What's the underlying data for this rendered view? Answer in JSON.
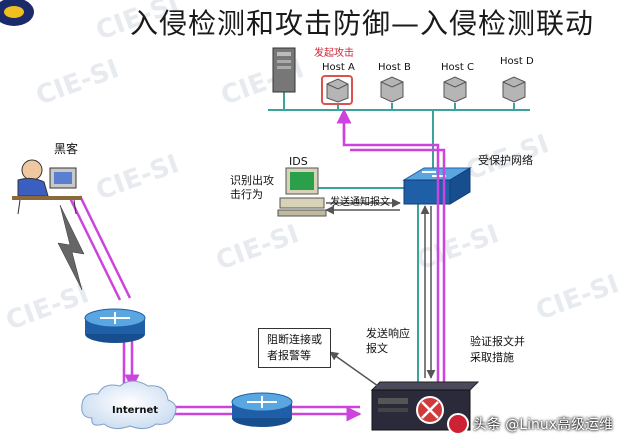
{
  "title": "入侵检测和攻击防御—入侵检测联动",
  "watermark_bg": "CIE-SI",
  "labels": {
    "attack_origin": "发起攻击",
    "host_a": "Host A",
    "host_b": "Host B",
    "host_c": "Host C",
    "host_d": "Host D",
    "protected_network": "受保护网络",
    "ids": "IDS",
    "identify_attack": "识别出攻\n击行为",
    "send_notify": "发送通知报文",
    "hacker": "黑客",
    "internet": "Internet",
    "send_response": "发送响应\n报文",
    "verify_action": "验证报文并\n采取措施",
    "block_box": "阻断连接或\n者报警等"
  },
  "watermark": {
    "text": "头条 @Linux高级运维",
    "logo_icon": "toutiao-logo"
  },
  "colors": {
    "attack": "#cc44dd",
    "network": "#3aa39a",
    "router_body": "#1f5fa8",
    "device_dark": "#2a2a3a"
  }
}
